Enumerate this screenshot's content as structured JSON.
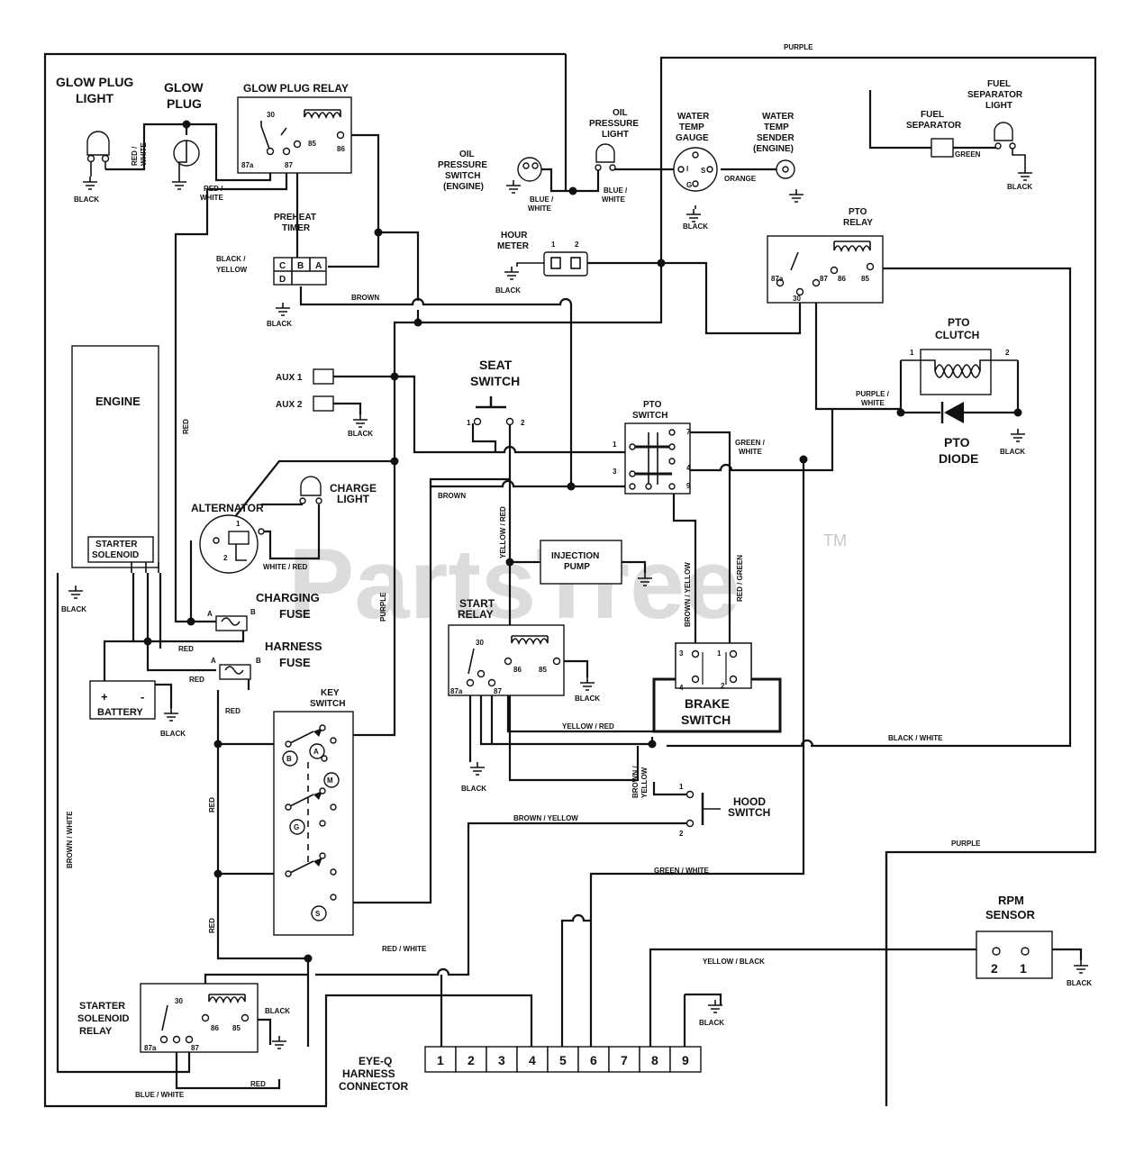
{
  "watermark": {
    "text": "PartsTree",
    "tm": "TM"
  },
  "components": {
    "glow_plug_light": [
      "GLOW PLUG",
      "LIGHT"
    ],
    "glow_plug": [
      "GLOW",
      "PLUG"
    ],
    "glow_plug_relay": "GLOW PLUG RELAY",
    "preheat_timer": [
      "PREHEAT",
      "TIMER"
    ],
    "oil_pressure_switch": [
      "OIL",
      "PRESSURE",
      "SWITCH",
      "(ENGINE)"
    ],
    "oil_pressure_light": [
      "OIL",
      "PRESSURE",
      "LIGHT"
    ],
    "water_temp_gauge": [
      "WATER",
      "TEMP",
      "GAUGE"
    ],
    "water_temp_sender": [
      "WATER",
      "TEMP",
      "SENDER",
      "(ENGINE)"
    ],
    "fuel_separator": [
      "FUEL",
      "SEPARATOR"
    ],
    "fuel_separator_light": [
      "FUEL",
      "SEPARATOR",
      "LIGHT"
    ],
    "hour_meter": [
      "HOUR",
      "METER"
    ],
    "pto_relay": [
      "PTO",
      "RELAY"
    ],
    "pto_clutch": [
      "PTO",
      "CLUTCH"
    ],
    "pto_diode": [
      "PTO",
      "DIODE"
    ],
    "engine": "ENGINE",
    "starter_solenoid": [
      "STARTER",
      "SOLENOID"
    ],
    "aux1": "AUX 1",
    "aux2": "AUX 2",
    "seat_switch": [
      "SEAT",
      "SWITCH"
    ],
    "pto_switch": [
      "PTO",
      "SWITCH"
    ],
    "charge_light": [
      "CHARGE",
      "LIGHT"
    ],
    "alternator": "ALTERNATOR",
    "injection_pump": [
      "INJECTION",
      "PUMP"
    ],
    "charging_fuse": [
      "CHARGING",
      "FUSE"
    ],
    "harness_fuse": [
      "HARNESS",
      "FUSE"
    ],
    "start_relay": [
      "START",
      "RELAY"
    ],
    "brake_switch": [
      "BRAKE",
      "SWITCH"
    ],
    "battery": "BATTERY",
    "key_switch": [
      "KEY",
      "SWITCH"
    ],
    "hood_switch": [
      "HOOD",
      "SWITCH"
    ],
    "rpm_sensor": [
      "RPM",
      "SENSOR"
    ],
    "starter_solenoid_relay": [
      "STARTER",
      "SOLENOID",
      "RELAY"
    ],
    "eyeq_connector": [
      "EYE-Q",
      "HARNESS",
      "CONNECTOR"
    ]
  },
  "wire_labels": {
    "purple": "PURPLE",
    "red_white": "RED / WHITE",
    "red_white_vert": [
      "RED /",
      "WHITE"
    ],
    "black": "BLACK",
    "black_yellow": [
      "BLACK /",
      "YELLOW"
    ],
    "brown": "BROWN",
    "blue_white": "BLUE / WHITE",
    "blue_white_stack": [
      "BLUE /",
      "WHITE"
    ],
    "orange": "ORANGE",
    "green": "GREEN",
    "red": "RED",
    "purple_white": [
      "PURPLE /",
      "WHITE"
    ],
    "green_white": "GREEN / WHITE",
    "green_white_stack": [
      "GREEN /",
      "WHITE"
    ],
    "white_red": "WHITE / RED",
    "yellow_red": "YELLOW / RED",
    "brown_yellow": "BROWN / YELLOW",
    "red_green": "RED / GREEN",
    "black_white": "BLACK / WHITE",
    "brown_white": "BROWN / WHITE",
    "yellow_black": "YELLOW / BLACK",
    "brown_yellow_stack": [
      "BROWN /",
      "YELLOW"
    ]
  },
  "terminals": {
    "relay": [
      "30",
      "87a",
      "87",
      "85",
      "86"
    ],
    "preheat": [
      "C",
      "B",
      "A",
      "D"
    ],
    "hour_meter": [
      "1",
      "2"
    ],
    "gauge": [
      "I",
      "S",
      "G"
    ],
    "pto_switch": [
      "1",
      "3",
      "7",
      "4",
      "9"
    ],
    "seat_switch": [
      "1",
      "2"
    ],
    "clutch": [
      "1",
      "2"
    ],
    "fuse": [
      "A",
      "B"
    ],
    "battery": [
      "+",
      "-"
    ],
    "alternator": [
      "1",
      "2"
    ],
    "brake_switch": [
      "3",
      "1",
      "4",
      "2"
    ],
    "key_positions": [
      "B",
      "A",
      "M",
      "G",
      "S"
    ],
    "hood_switch": [
      "1",
      "2"
    ],
    "rpm_sensor": [
      "2",
      "1"
    ],
    "connector_pins": [
      "1",
      "2",
      "3",
      "4",
      "5",
      "6",
      "7",
      "8",
      "9"
    ]
  }
}
